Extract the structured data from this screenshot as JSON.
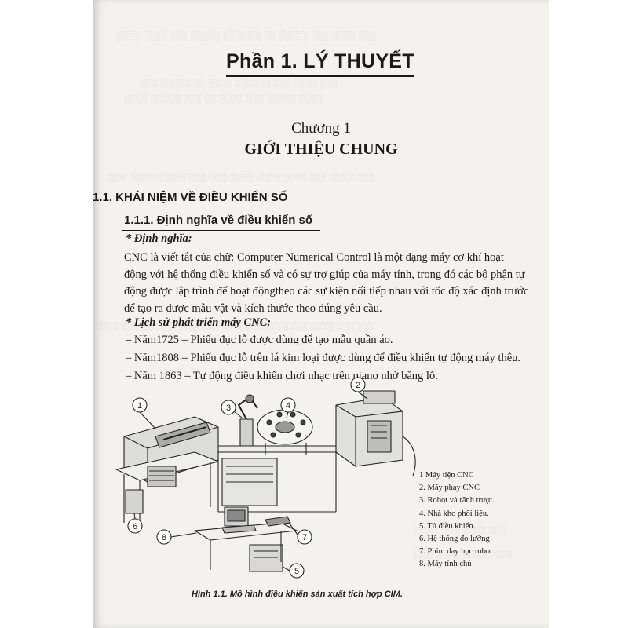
{
  "part_title": "Phần 1. LÝ THUYẾT",
  "chapter": {
    "number": "Chương 1",
    "title": "GIỚI THIỆU CHUNG"
  },
  "section": {
    "heading": "1.1. KHÁI NIỆM VỀ ĐIỀU KHIỂN SỐ",
    "subheading": "1.1.1. Định nghĩa về điều khiển số",
    "definition_label": "* Định nghĩa:",
    "definition_lines": [
      "CNC là viết tắt của chữ: Computer Numerical Control là một dạng máy cơ khí hoạt",
      "động với hệ thống điều khiển số và có sự trợ giúp của máy tính, trong đó các bộ phận tự",
      "động được lập trình để hoạt độngtheo các sự kiện nối tiếp nhau với tốc độ xác định trước",
      "để tạo ra được mẫu vật và kích thước theo đúng yêu cầu."
    ],
    "history_label": "* Lịch sử phát triển máy CNC:",
    "history_items": [
      "– Năm1725 – Phiếu đục lỗ được dùng để tạo mẫu quần áo.",
      "– Năm1808 – Phiếu đục lỗ trên lá kim loại được dùng để điều khiển tự động máy thêu.",
      "– Năm 1863 – Tự động điều khiển chơi nhạc trên piano nhờ băng lỗ."
    ]
  },
  "figure": {
    "callouts": [
      "1",
      "2",
      "3",
      "4",
      "5",
      "6",
      "7",
      "8"
    ],
    "legend": [
      "1 Máy tiện CNC",
      "2. Máy phay CNC",
      "3. Robot và rãnh trượt.",
      "4. Nhà kho phôi liệu.",
      "5. Tủ điều khiển.",
      "6. Hệ thống đo lường",
      "7. Phim day học robot.",
      "8. Máy tính chủ"
    ],
    "caption": "Hình 1.1. Mô hình điều khiển sản xuất tích hợp CIM."
  }
}
